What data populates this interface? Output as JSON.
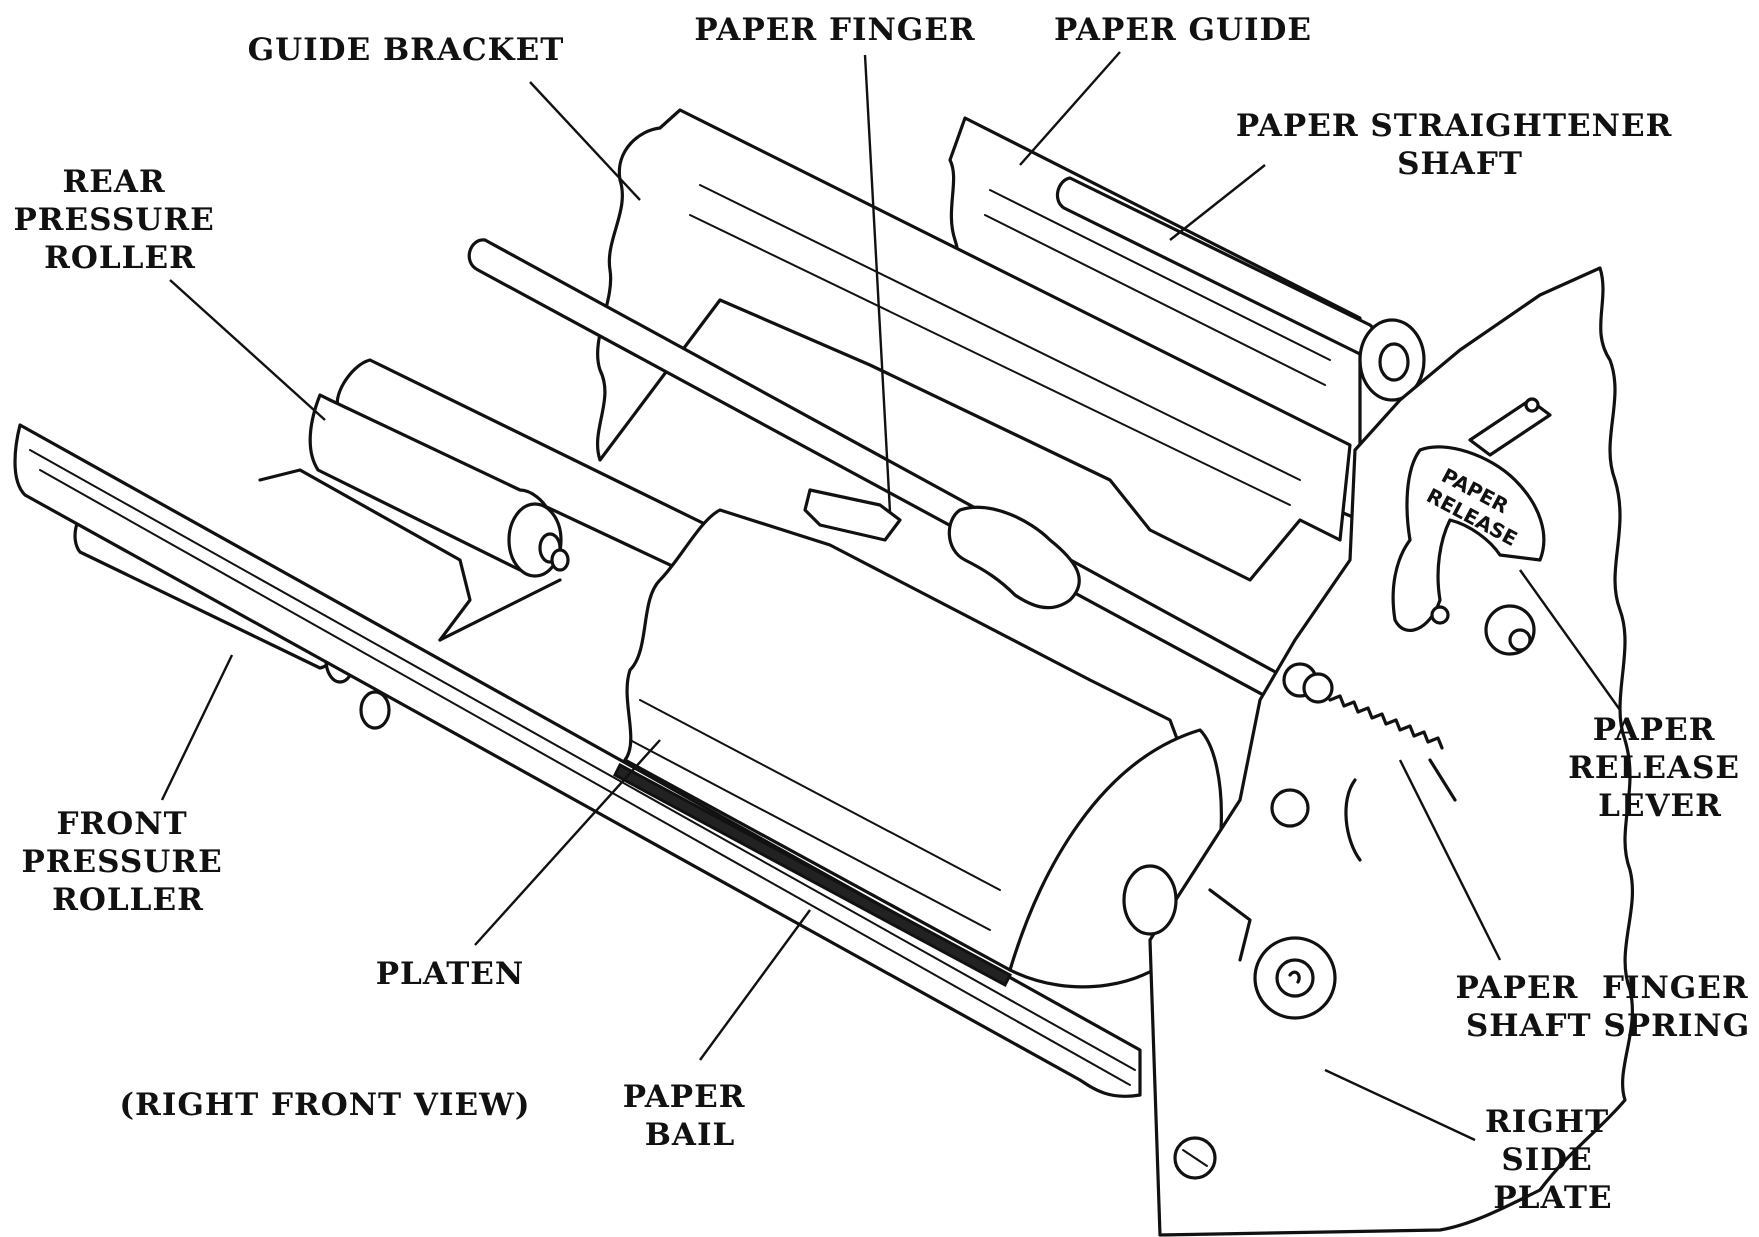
{
  "figure": {
    "view_label": "(RIGHT FRONT VIEW)"
  },
  "callouts": {
    "guide_bracket": [
      "GUIDE BRACKET"
    ],
    "paper_finger": [
      "PAPER FINGER"
    ],
    "paper_guide": [
      "PAPER GUIDE"
    ],
    "paper_straightener_shaft": [
      "PAPER STRAIGHTENER",
      "SHAFT"
    ],
    "rear_pressure_roller": [
      "REAR",
      "PRESSURE",
      "ROLLER"
    ],
    "front_pressure_roller": [
      "FRONT",
      "PRESSURE",
      "ROLLER"
    ],
    "platen": [
      "PLATEN"
    ],
    "paper_bail": [
      "PAPER",
      "BAIL"
    ],
    "paper_release_lever": [
      "PAPER",
      "RELEASE",
      "LEVER"
    ],
    "paper_finger_shaft_spring": [
      "PAPER  FINGER",
      "SHAFT SPRING"
    ],
    "right_side_plate": [
      "RIGHT",
      "SIDE",
      "PLATE"
    ]
  },
  "lever_marking": [
    "PAPER",
    "RELEASE"
  ]
}
